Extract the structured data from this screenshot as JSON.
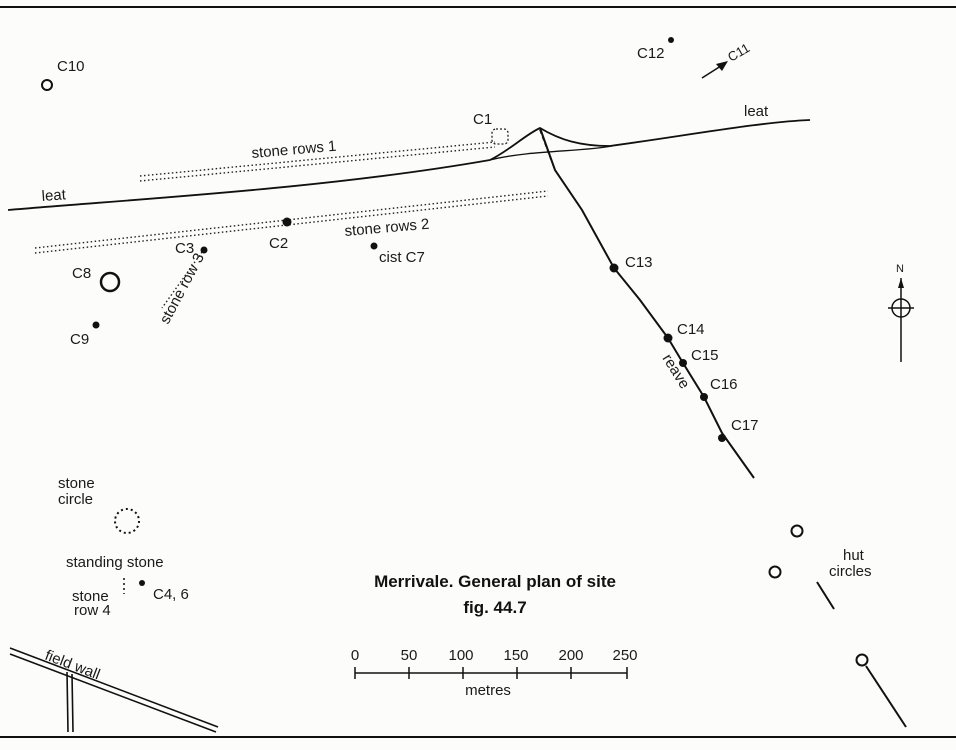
{
  "labels": {
    "c10": "C10",
    "c12": "C12",
    "c11": "C11",
    "c1": "C1",
    "leat_right": "leat",
    "leat_left": "leat",
    "stone_rows_1": "stone rows 1",
    "stone_rows_2": "stone rows 2",
    "c2": "C2",
    "c3": "C3",
    "stone_row_3": "stone row 3",
    "cist_c7": "cist C7",
    "c8": "C8",
    "c9": "C9",
    "c13": "C13",
    "c14": "C14",
    "c15": "C15",
    "c16": "C16",
    "c17": "C17",
    "reave": "reave",
    "north": "N",
    "stone_circle_line1": "stone",
    "stone_circle_line2": "circle",
    "standing_stone": "standing stone",
    "stone_row4_line1": "stone",
    "stone_row4_line2": "row 4",
    "c4_6": "C4, 6",
    "hut_circles_line1": "hut",
    "hut_circles_line2": "circles",
    "field_wall": "field wall"
  },
  "title": {
    "line1": "Merrivale. General plan of site",
    "line2": "fig. 44.7"
  },
  "scale_bar": {
    "ticks": [
      "0",
      "50",
      "100",
      "150",
      "200",
      "250"
    ],
    "unit": "metres"
  },
  "colors": {
    "ink": "#1a1a1a",
    "paper": "#fcfcfa"
  }
}
